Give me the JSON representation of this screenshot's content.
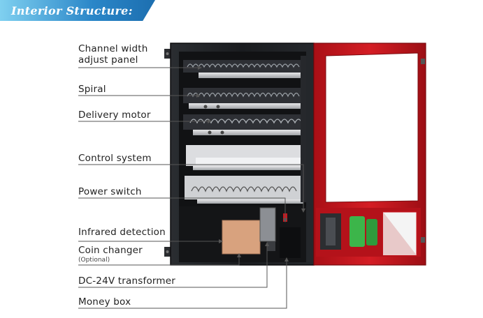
{
  "header": {
    "title": "Interior Structure:"
  },
  "labels": {
    "channel_width_1": "Channel width",
    "channel_width_2": "adjust panel",
    "spiral": "Spiral",
    "delivery_motor": "Delivery motor",
    "control_system": "Control system",
    "power_switch": "Power switch",
    "infrared_detection": "Infrared detection",
    "coin_changer": "Coin changer",
    "coin_changer_note": "(Optional)",
    "transformer": "DC-24V transformer",
    "money_box": "Money box"
  },
  "colors": {
    "cabinet_body": "#1b1d20",
    "door_frame": "#c8161d",
    "door_glass": "#ffffff",
    "module_green": "#3cb54a",
    "transformer_tan": "#d8a27e",
    "header_blue": "#2a86c8",
    "leader_line": "#555555"
  }
}
